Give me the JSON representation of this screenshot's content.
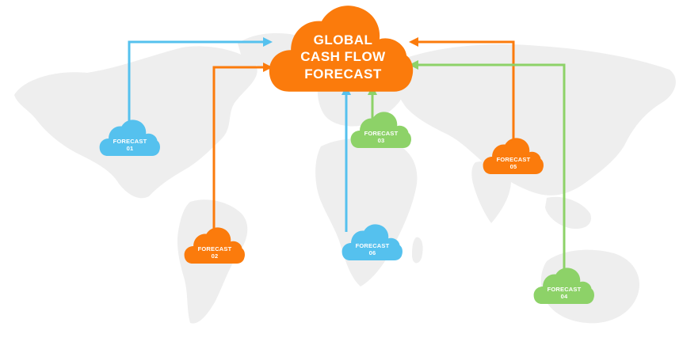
{
  "main": {
    "line1": "GLOBAL",
    "line2": "CASH FLOW",
    "line3": "FORECAST"
  },
  "forecasts": [
    {
      "line1": "FORECAST",
      "line2": "01",
      "color": "#55c1ee"
    },
    {
      "line1": "FORECAST",
      "line2": "02",
      "color": "#fb7b0c"
    },
    {
      "line1": "FORECAST",
      "line2": "03",
      "color": "#8dd268"
    },
    {
      "line1": "FORECAST",
      "line2": "04",
      "color": "#8dd268"
    },
    {
      "line1": "FORECAST",
      "line2": "05",
      "color": "#fb7b0c"
    },
    {
      "line1": "FORECAST",
      "line2": "06",
      "color": "#55c1ee"
    }
  ],
  "colors": {
    "blue": "#55c1ee",
    "orange": "#fb7b0c",
    "green": "#8dd268",
    "map": "#eeeeee"
  }
}
